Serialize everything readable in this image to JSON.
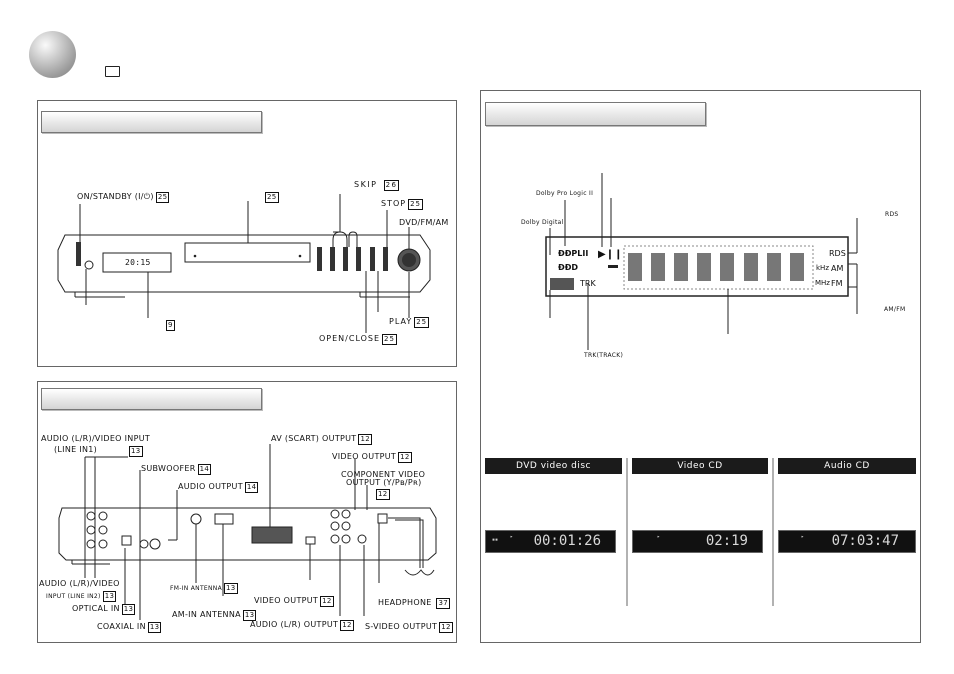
{
  "front": {
    "on_standby": "ON/STANDBY (I/⏻)",
    "on_standby_pg": "25",
    "disc_tray_pg": "25",
    "skip": "SKIP",
    "skip_pg": "26",
    "stop": "STOP",
    "stop_pg": "25",
    "dvd_fm_am": "DVD/FM/AM",
    "clock_pg": "9",
    "play": "PLAY",
    "play_pg": "25",
    "open_close": "OPEN/CLOSE",
    "open_close_pg": "25",
    "clock": "20:15"
  },
  "display": {
    "dolby_pl2": "Dolby Pro Logic II",
    "dolby_digital": "Dolby Digital",
    "rds": "RDS",
    "am_fm": "AM/FM",
    "trk": "TRK(TRACK)",
    "lcd": {
      "pl2": "ĐĐPLII",
      "dd": "ĐĐD",
      "play_pause": "▶❙❙",
      "trk": "TRK",
      "rds": "RDS",
      "khz": "kHz",
      "am": "AM",
      "mhz": "MHz",
      "fm": "FM"
    }
  },
  "rear": {
    "audio_video_input": "AUDIO (L/R)/VIDEO INPUT",
    "line_in1": "(LINE IN1)",
    "line_in1_pg": "13",
    "subwoofer": "SUBWOOFER",
    "subwoofer_pg": "14",
    "audio_output": "AUDIO OUTPUT",
    "audio_output_pg": "14",
    "av_scart": "AV (SCART) OUTPUT",
    "av_scart_pg": "12",
    "video_output_top": "VIDEO OUTPUT",
    "video_output_top_pg": "12",
    "component": "COMPONENT VIDEO",
    "component2": "OUTPUT (Y/Pʙ/Pʀ)",
    "component_pg": "12",
    "audio_video_in2": "AUDIO (L/R)/VIDEO",
    "line_in2": "INPUT (LINE IN2)",
    "line_in2_pg": "13",
    "fm_antenna": "FM-IN ANTENNA",
    "fm_antenna_pg": "13",
    "optical": "OPTICAL IN",
    "optical_pg": "13",
    "am_antenna": "AM-IN ANTENNA",
    "am_antenna_pg": "13",
    "video_output_bottom": "VIDEO OUTPUT",
    "video_output_bottom_pg": "12",
    "headphone": "HEADPHONE",
    "headphone_pg": "37",
    "coaxial": "COAXIAL IN",
    "coaxial_pg": "13",
    "audio_lr_output": "AUDIO (L/R) OUTPUT",
    "audio_lr_output_pg": "12",
    "svideo": "S-VIDEO OUTPUT",
    "svideo_pg": "12"
  },
  "discs": [
    {
      "label": "DVD video disc",
      "readout": "00:01:26"
    },
    {
      "label": "Video CD",
      "readout": "02:19"
    },
    {
      "label": "Audio CD",
      "readout": "07:03:47"
    }
  ]
}
